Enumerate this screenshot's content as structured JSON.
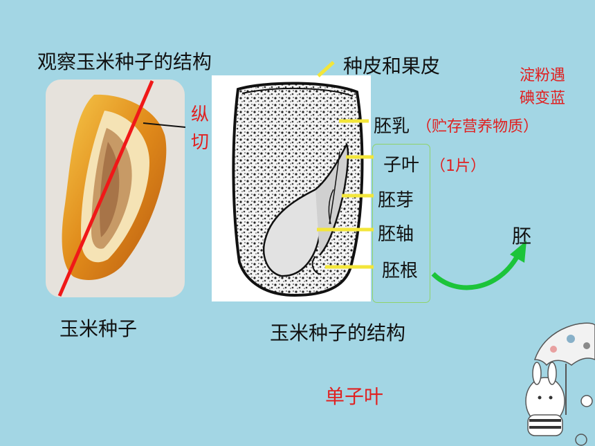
{
  "slide": {
    "title": "观察玉米种子的结构",
    "cut_label_1": "纵",
    "cut_label_2": "切",
    "photo_caption": "玉米种子",
    "diagram_caption": "玉米种子的结构",
    "seed_type": "单子叶"
  },
  "labels": {
    "seed_coat": "种皮和果皮",
    "endosperm": "胚乳",
    "endosperm_note": "（贮存营养物质）",
    "starch_note_1": "淀粉遇",
    "starch_note_2": "碘变蓝",
    "cotyledon": "子叶",
    "cotyledon_note": "（1片）",
    "plumule": "胚芽",
    "hypocotyl": "胚轴",
    "radicle": "胚根",
    "embryo": "胚"
  },
  "colors": {
    "background": "#a3d6e4",
    "accent_red": "#e02020",
    "pointer_yellow": "#f3e63a",
    "arrow_green": "#1cc43a",
    "box_green": "#8fd36a"
  }
}
